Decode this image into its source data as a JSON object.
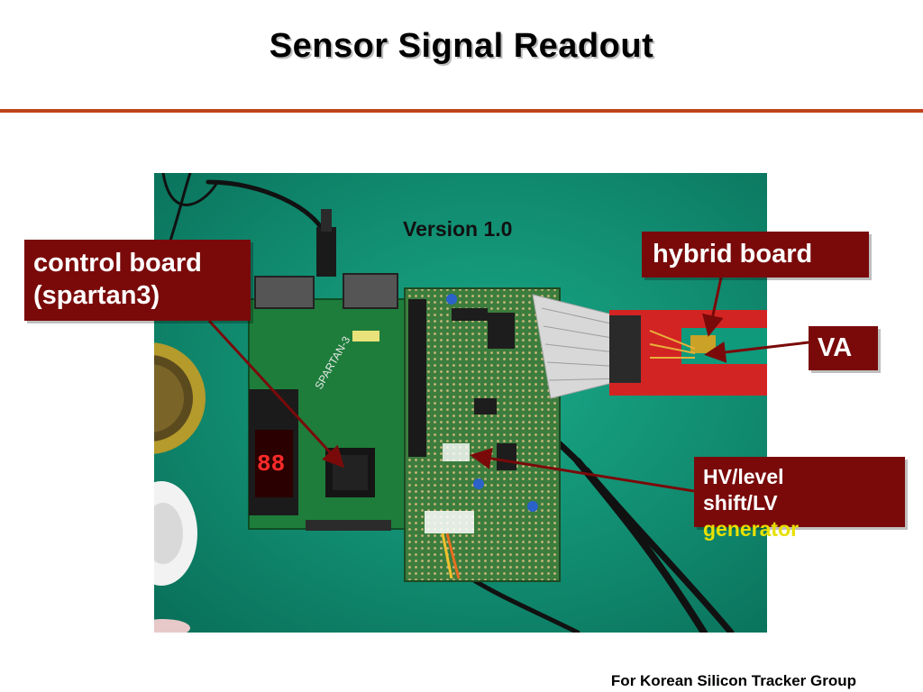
{
  "slide": {
    "title": "Sensor Signal Readout",
    "version_label": "Version 1.0",
    "footer": "For Korean Silicon Tracker Group"
  },
  "callouts": {
    "control_board": {
      "line1": "control board",
      "line2": "(spartan3)"
    },
    "hybrid_board": {
      "label": "hybrid board"
    },
    "va": {
      "label": "VA"
    },
    "hv_generator": {
      "line1": "HV/level",
      "line2": "shift/LV",
      "line3": "generator"
    }
  },
  "colors": {
    "title_rule": "#c0441b",
    "callout_bg": "#7a0a0a",
    "callout_text": "#ffffff",
    "highlight_text": "#e8e000",
    "table_green": "#0f9a7c",
    "pcb_green": "#2f7a3c",
    "hybrid_red": "#d32424"
  }
}
